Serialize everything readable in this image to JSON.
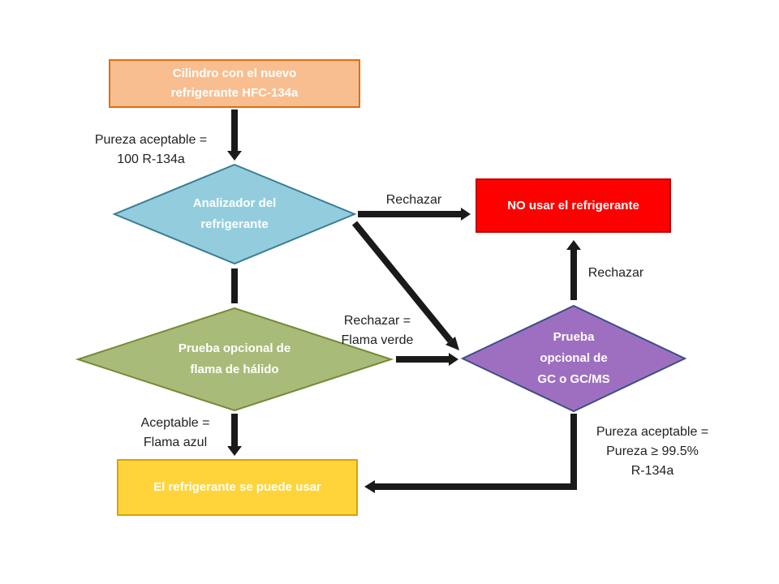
{
  "colors": {
    "start_fill": "#f9be8f",
    "start_border": "#e46c0a",
    "analyzer_fill": "#93cddd",
    "analyzer_border": "#3a7d96",
    "halide_fill": "#a9bb78",
    "halide_border": "#758a37",
    "gc_fill": "#9e6fc0",
    "gc_border": "#3b4f85",
    "reject_fill": "#ff0000",
    "reject_border": "#c00000",
    "use_fill": "#ffd43b",
    "use_border": "#d9a400",
    "arrow": "#1a1a1a"
  },
  "nodes": {
    "start": {
      "line1": "Cilindro  con el nuevo",
      "line2": "refrigerante HFC-134a"
    },
    "analyzer": {
      "line1": "Analizador  del",
      "line2": "refrigerante"
    },
    "halide": {
      "line1": "Prueba opcional  de",
      "line2": "flama de hálido"
    },
    "gc": {
      "line1": "Prueba",
      "line2": "opcional  de",
      "line3": "GC o GC/MS"
    },
    "reject": {
      "text": "NO usar  el refrigerante"
    },
    "use": {
      "text": "El refrigerante se puede usar"
    }
  },
  "labels": {
    "purity_100": {
      "line1": "Pureza aceptable =",
      "line2": "100 R-134a"
    },
    "reject_top": {
      "text": "Rechazar"
    },
    "reject_right": {
      "text": "Rechazar"
    },
    "reject_green": {
      "line1": "Rechazar =",
      "line2": "Flama verde"
    },
    "acceptable_blue": {
      "line1": "Aceptable =",
      "line2": "Flama azul"
    },
    "purity_995": {
      "line1": "Pureza aceptable =",
      "line2": "Pureza ≥ 99.5%",
      "line3": "R-134a"
    }
  }
}
